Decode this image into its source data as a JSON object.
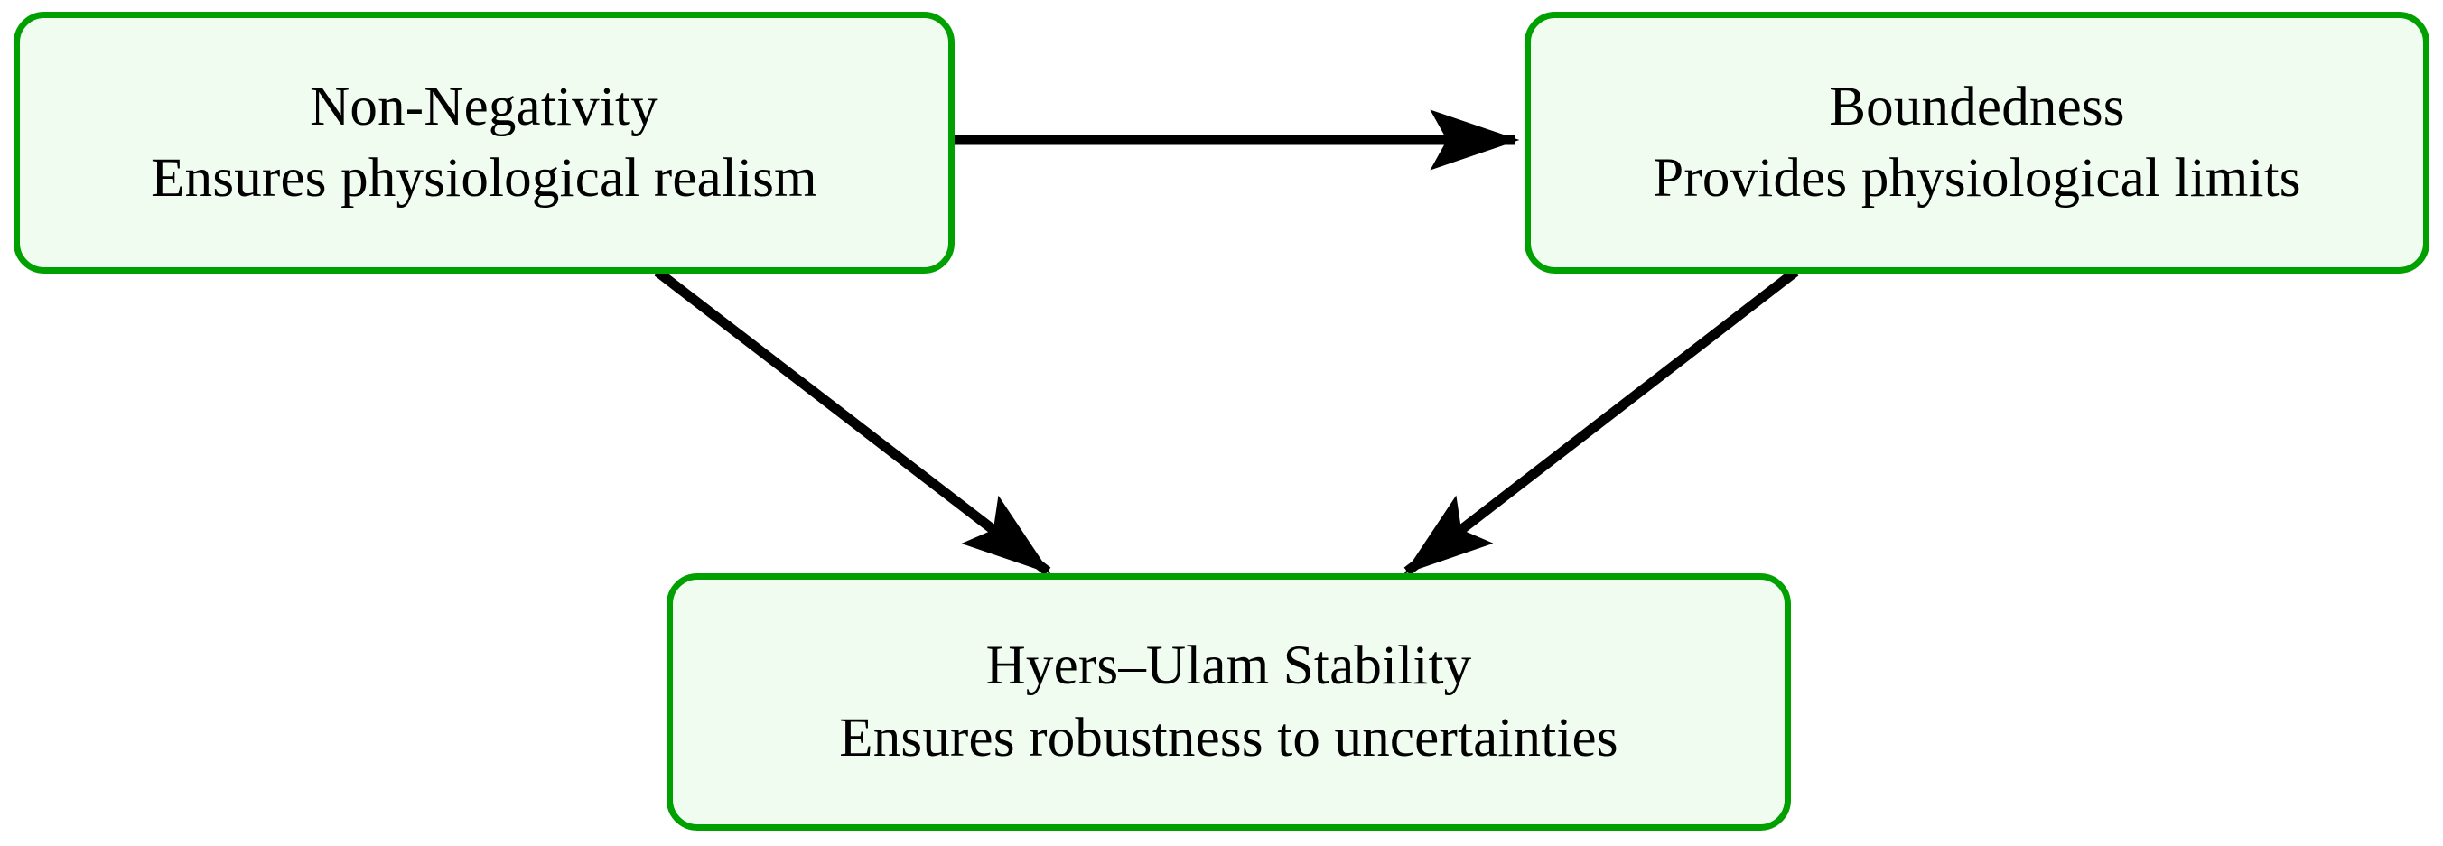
{
  "diagram": {
    "title": "Properties implication diagram",
    "background_color": "#ffffff",
    "node_fill_color": "#F1FCF1",
    "node_border_color": "#00A000",
    "edge_color": "#000000",
    "nodes": [
      {
        "id": "non-negativity",
        "title": "Non-Negativity",
        "subtitle": "Ensures physiological realism"
      },
      {
        "id": "boundedness",
        "title": "Boundedness",
        "subtitle": "Provides physiological limits"
      },
      {
        "id": "hyers-ulam-stability",
        "title": "Hyers–Ulam Stability",
        "subtitle": "Ensures robustness to uncertainties"
      }
    ],
    "edges": [
      {
        "id": "non-negativity-to-boundedness",
        "from": "non-negativity",
        "to": "boundedness",
        "label": ""
      },
      {
        "id": "non-negativity-to-hyers-ulam-stability",
        "from": "non-negativity",
        "to": "hyers-ulam-stability",
        "label": ""
      },
      {
        "id": "boundedness-to-hyers-ulam-stability",
        "from": "boundedness",
        "to": "hyers-ulam-stability",
        "label": ""
      }
    ]
  }
}
